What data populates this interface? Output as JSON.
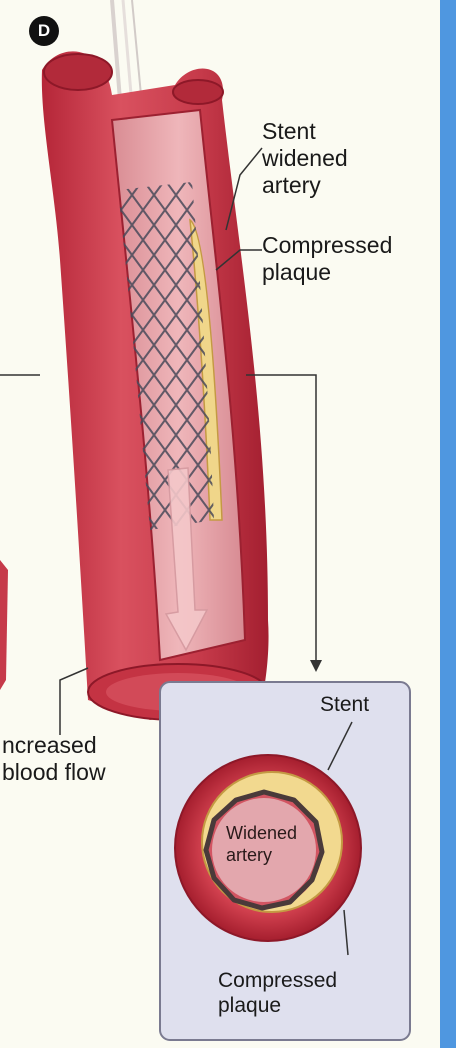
{
  "panel_letter": "D",
  "labels": {
    "stent_widened_artery": [
      "Stent",
      "widened",
      "artery"
    ],
    "compressed_plaque": [
      "Compressed",
      "plaque"
    ],
    "increased_blood_flow": [
      "ncreased",
      "blood flow"
    ]
  },
  "inset": {
    "stent": "Stent",
    "widened_artery": [
      "Widened",
      "artery"
    ],
    "compressed_plaque": [
      "Compressed",
      "plaque"
    ]
  },
  "colors": {
    "background": "#fbfbf2",
    "artery_wall": "#c9374a",
    "artery_wall_dark": "#a3202f",
    "lumen": "#e8a3a8",
    "plaque": "#f0d68a",
    "stent": "#4a4a5a",
    "inset_panel": "#dfe0ee",
    "side_strip": "#4f97e0"
  }
}
